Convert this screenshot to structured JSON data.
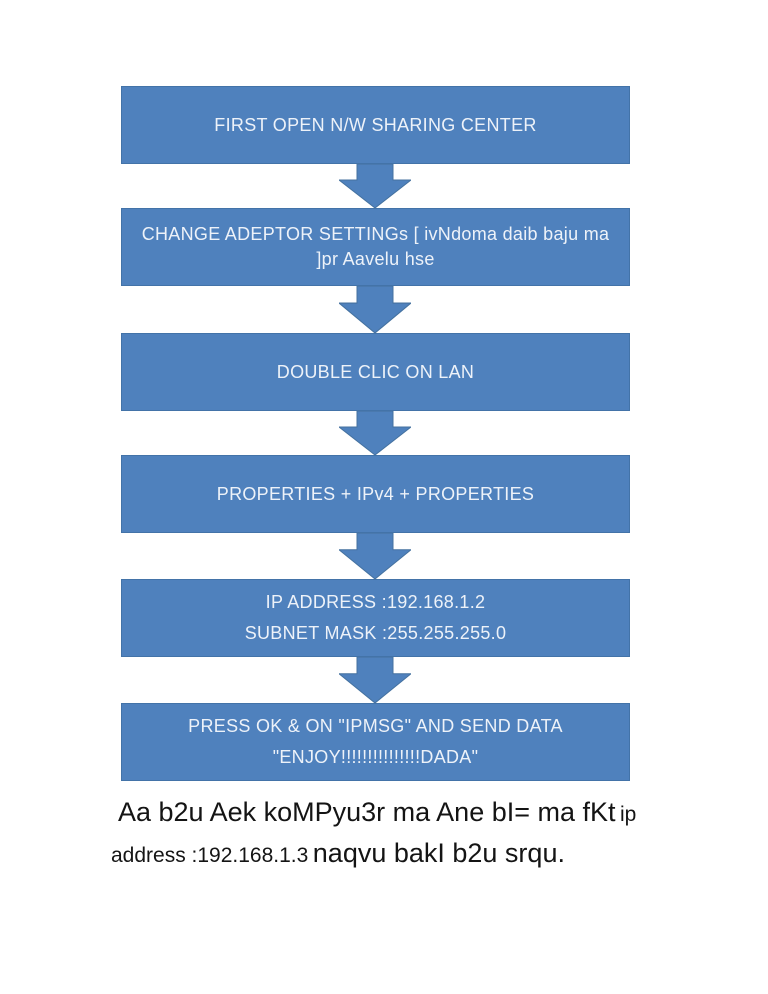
{
  "flowchart": {
    "box_fill_color": "#4f81bd",
    "box_border_color": "#4373a8",
    "arrow_color": "#4f81bd",
    "arrow_border_color": "#44719f",
    "steps": [
      {
        "lines": [
          "FIRST OPEN N/W SHARING CENTER"
        ]
      },
      {
        "lines": [
          "CHANGE ADEPTOR SETTINGs [ ivNdoma daib baju ma",
          "]pr Aavelu hse"
        ]
      },
      {
        "lines": [
          "DOUBLE CLIC ON LAN"
        ]
      },
      {
        "lines": [
          "PROPERTIES + IPv4 + PROPERTIES"
        ]
      },
      {
        "lines": [
          "IP ADDRESS :192.168.1.2",
          "SUBNET MASK :255.255.255.0"
        ]
      },
      {
        "lines": [
          "PRESS OK & ON \"IPMSG\" AND SEND DATA",
          "\"ENJOY!!!!!!!!!!!!!!!DADA\""
        ]
      }
    ]
  },
  "note": {
    "line1_main": "Aa b2u Aek koMPyu3r ma Ane bI= ma fKt",
    "line1_alt": "ip",
    "line2_alt": "address :192.168.1.3",
    "line2_main": "naqvu bakI b2u srqu."
  }
}
